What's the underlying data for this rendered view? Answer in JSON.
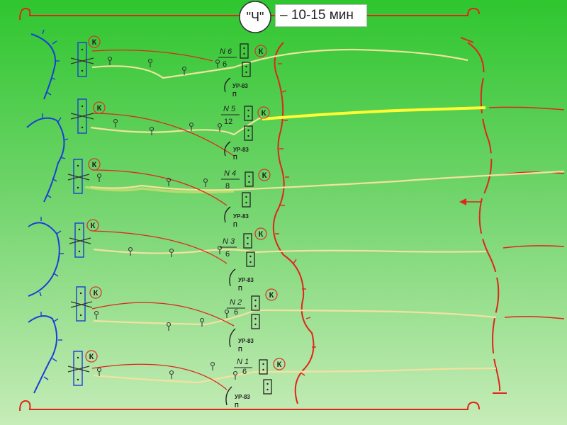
{
  "header": {
    "marker": "\"Ч\"",
    "time_label": "– 10-15 мин"
  },
  "legend": {
    "k": "К",
    "ur": "УР-83",
    "p": "П"
  },
  "groups": [
    {
      "num": "N 6",
      "den": "6"
    },
    {
      "num": "N 5",
      "den": "12"
    },
    {
      "num": "N 4",
      "den": "8"
    },
    {
      "num": "N 3",
      "den": "6"
    },
    {
      "num": "N 2",
      "den": "6"
    },
    {
      "num": "N 1",
      "den": "6"
    }
  ],
  "colors": {
    "friendly": "#1a3fd6",
    "enemy": "#e0251b",
    "route": "#f2e2a0",
    "route_highlight": "#ffff33"
  }
}
